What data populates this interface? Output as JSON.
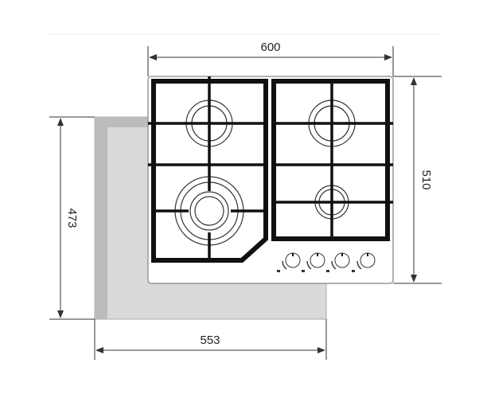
{
  "dimensions": {
    "width_top": "600",
    "depth_right": "510",
    "cutout_depth_left": "473",
    "cutout_width_bottom": "553"
  },
  "hob": {
    "burners": [
      "top-left",
      "top-right",
      "bottom-left-wok",
      "bottom-right"
    ],
    "knob_count": 4
  },
  "colors": {
    "cutout_fill": "#d9d9d9",
    "cutout_edge": "#bcbcbc",
    "grate": "#111111",
    "line": "#333333"
  }
}
